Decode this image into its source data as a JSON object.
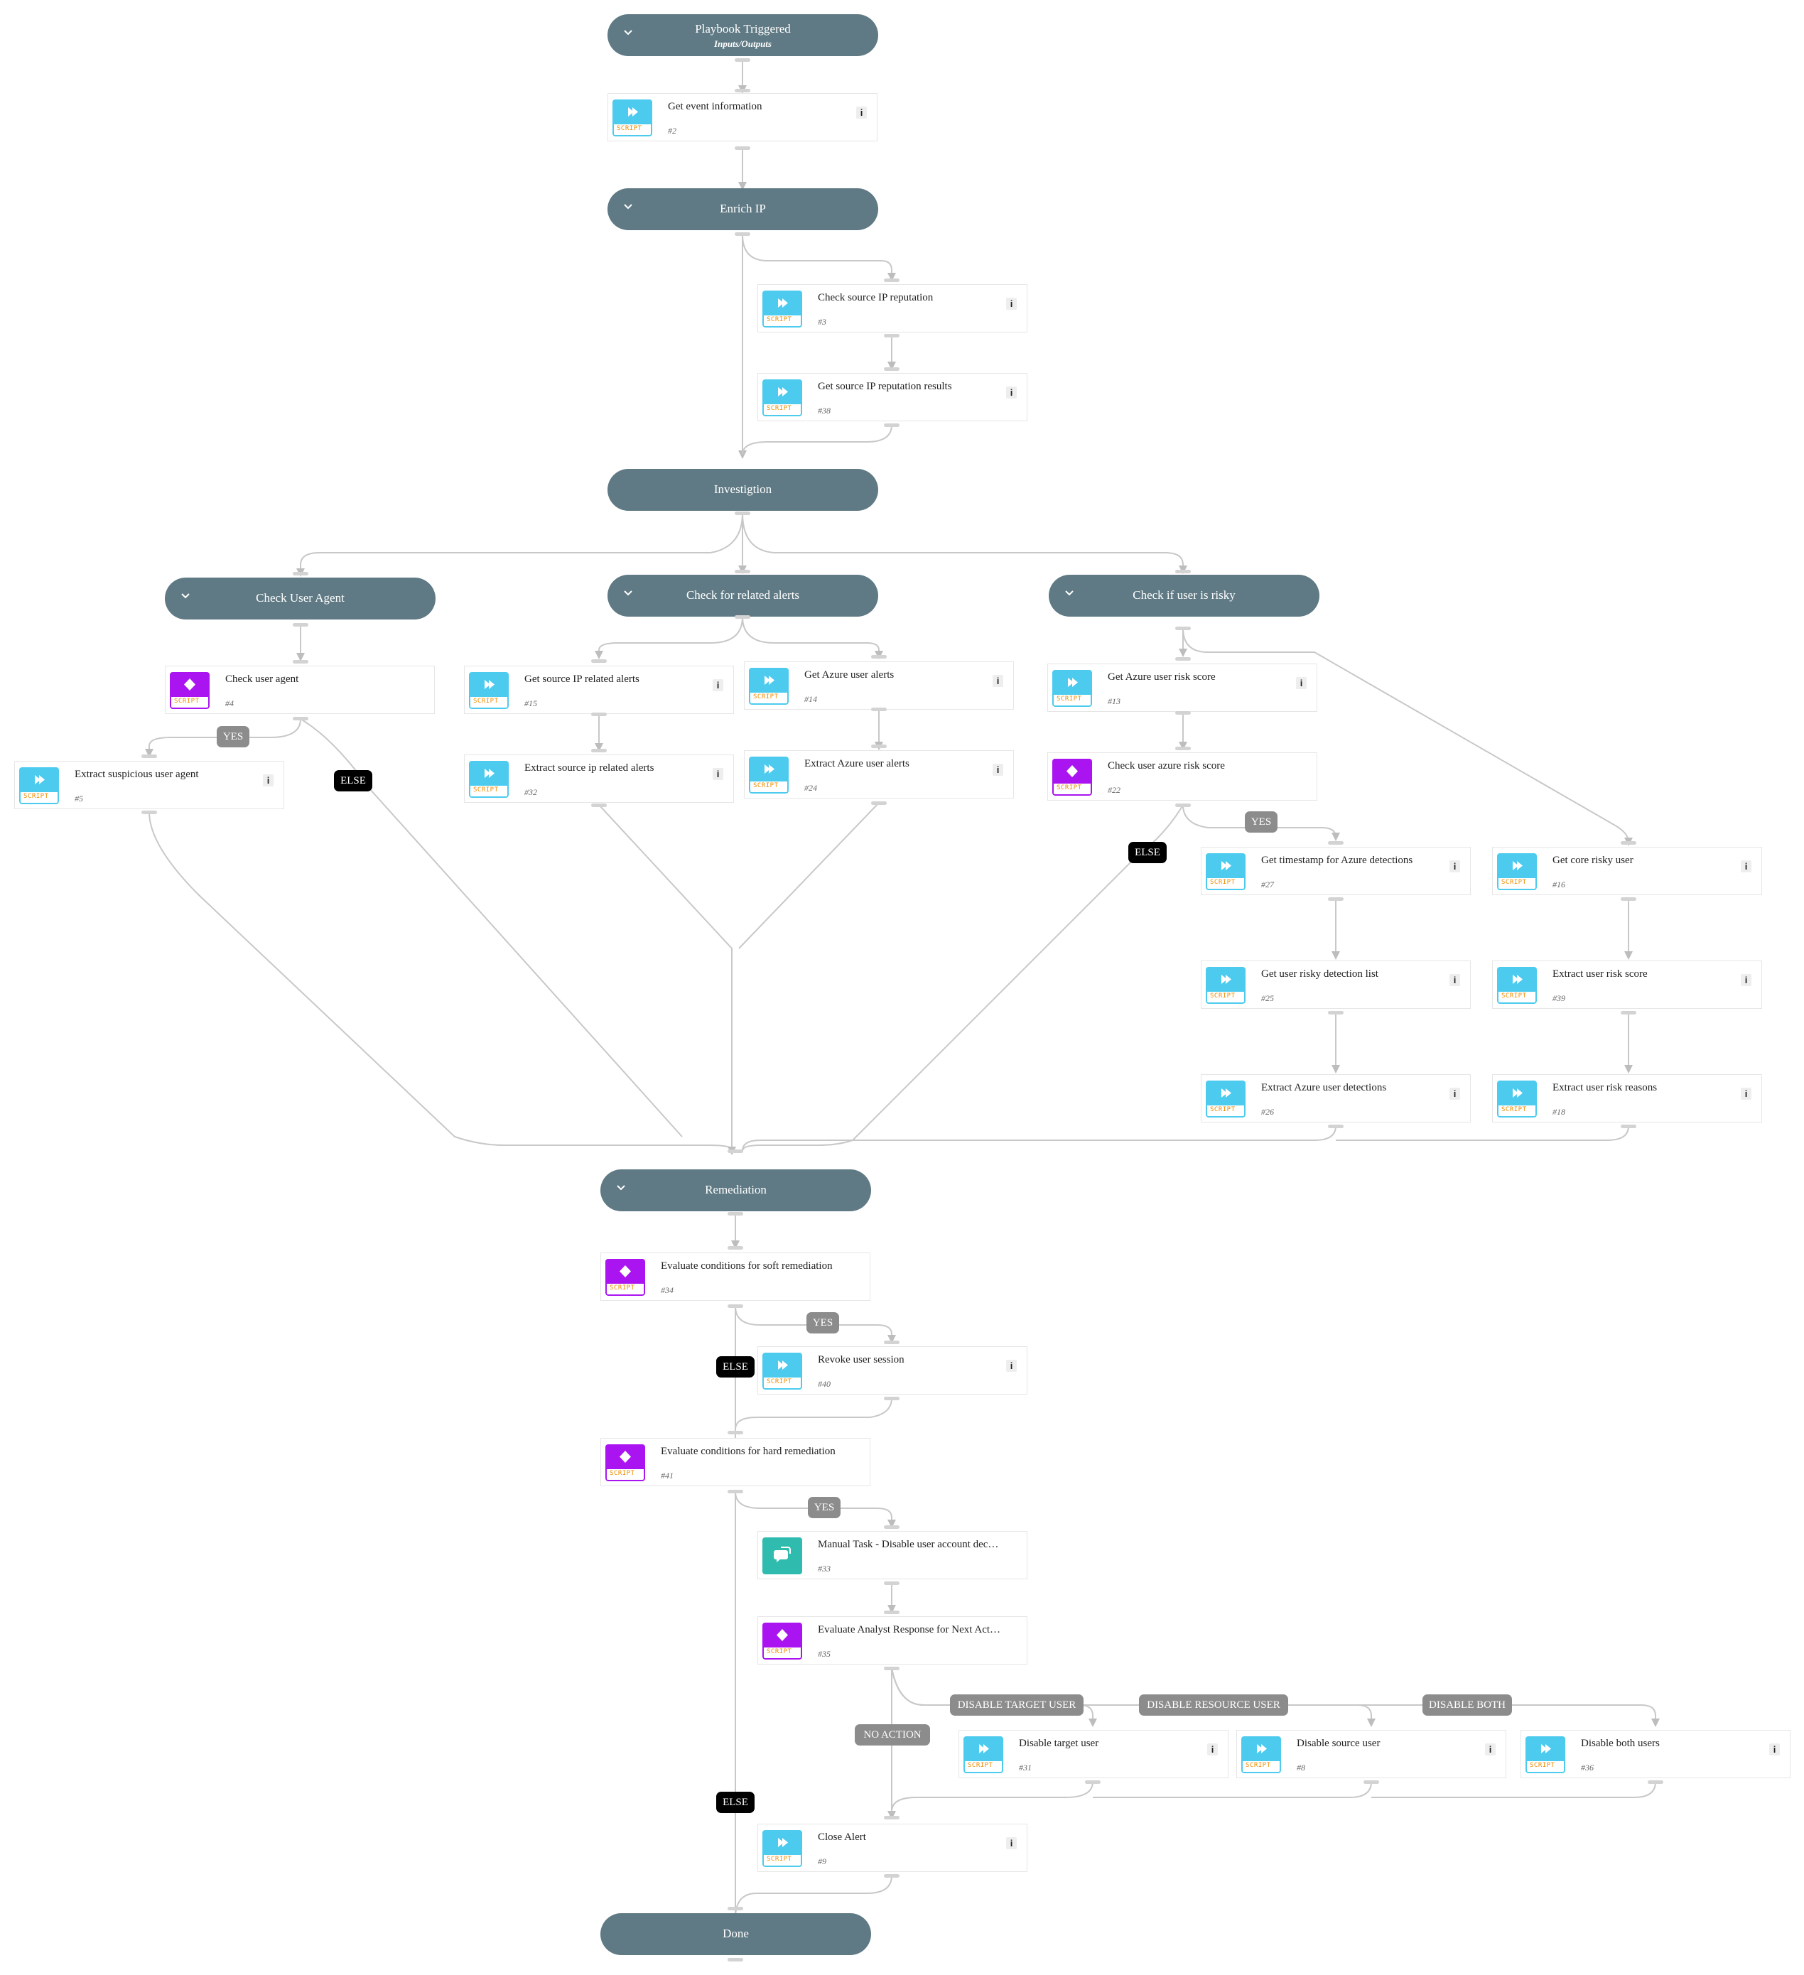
{
  "sections": {
    "playbook_triggered": {
      "title": "Playbook Triggered",
      "subtitle": "Inputs/Outputs"
    },
    "enrich_ip": {
      "title": "Enrich IP"
    },
    "investigation": {
      "title": "Investigtion"
    },
    "check_user_agent": {
      "title": "Check User Agent"
    },
    "check_related_alerts": {
      "title": "Check for related alerts"
    },
    "check_user_risky": {
      "title": "Check if user is risky"
    },
    "remediation": {
      "title": "Remediation"
    },
    "done": {
      "title": "Done"
    }
  },
  "tasks": {
    "t2": {
      "name": "Get event information",
      "id": "#2",
      "kind": "script"
    },
    "t3": {
      "name": "Check source IP reputation",
      "id": "#3",
      "kind": "script"
    },
    "t38": {
      "name": "Get source IP reputation results",
      "id": "#38",
      "kind": "script"
    },
    "t4": {
      "name": "Check user agent",
      "id": "#4",
      "kind": "condition"
    },
    "t5": {
      "name": "Extract suspicious user agent",
      "id": "#5",
      "kind": "script"
    },
    "t15": {
      "name": "Get source IP related alerts",
      "id": "#15",
      "kind": "script"
    },
    "t32": {
      "name": "Extract source ip related alerts",
      "id": "#32",
      "kind": "script"
    },
    "t14": {
      "name": "Get Azure user alerts",
      "id": "#14",
      "kind": "script"
    },
    "t24": {
      "name": "Extract Azure user alerts",
      "id": "#24",
      "kind": "script"
    },
    "t13": {
      "name": "Get Azure user risk score",
      "id": "#13",
      "kind": "script"
    },
    "t22": {
      "name": "Check user azure risk score",
      "id": "#22",
      "kind": "condition"
    },
    "t27": {
      "name": "Get timestamp for Azure detections",
      "id": "#27",
      "kind": "script"
    },
    "t25": {
      "name": "Get user risky detection list",
      "id": "#25",
      "kind": "script"
    },
    "t26": {
      "name": "Extract Azure user detections",
      "id": "#26",
      "kind": "script"
    },
    "t16": {
      "name": "Get core risky user",
      "id": "#16",
      "kind": "script"
    },
    "t39": {
      "name": "Extract user risk score",
      "id": "#39",
      "kind": "script"
    },
    "t18": {
      "name": "Extract user risk reasons",
      "id": "#18",
      "kind": "script"
    },
    "t34": {
      "name": "Evaluate conditions for soft remediation",
      "id": "#34",
      "kind": "condition"
    },
    "t40": {
      "name": "Revoke user session",
      "id": "#40",
      "kind": "script"
    },
    "t41": {
      "name": "Evaluate conditions for hard remediation",
      "id": "#41",
      "kind": "condition"
    },
    "t33": {
      "name": "Manual Task - Disable user account deci…",
      "id": "#33",
      "kind": "manual"
    },
    "t35": {
      "name": "Evaluate Analyst Response for Next Action",
      "id": "#35",
      "kind": "condition"
    },
    "t31": {
      "name": "Disable target user",
      "id": "#31",
      "kind": "script"
    },
    "t8": {
      "name": "Disable source user",
      "id": "#8",
      "kind": "script"
    },
    "t36": {
      "name": "Disable both users",
      "id": "#36",
      "kind": "script"
    },
    "t9": {
      "name": "Close Alert",
      "id": "#9",
      "kind": "script"
    }
  },
  "icon_tag": "SCRIPT",
  "info_glyph": "i",
  "branches": {
    "yes_label": "YES",
    "else_label": "ELSE",
    "no_action": "NO ACTION",
    "disable_target_user": "DISABLE TARGET USER",
    "disable_resource_user": "DISABLE RESOURCE USER",
    "disable_both": "DISABLE BOTH"
  },
  "colors": {
    "section": "#5f7a84",
    "script_icon": "#4ccbef",
    "condition_icon": "#aa14f0",
    "manual_icon": "#2fbbae",
    "label_gray": "#8c8c8c",
    "label_black": "#000000",
    "connector": "#c8c8c8"
  }
}
